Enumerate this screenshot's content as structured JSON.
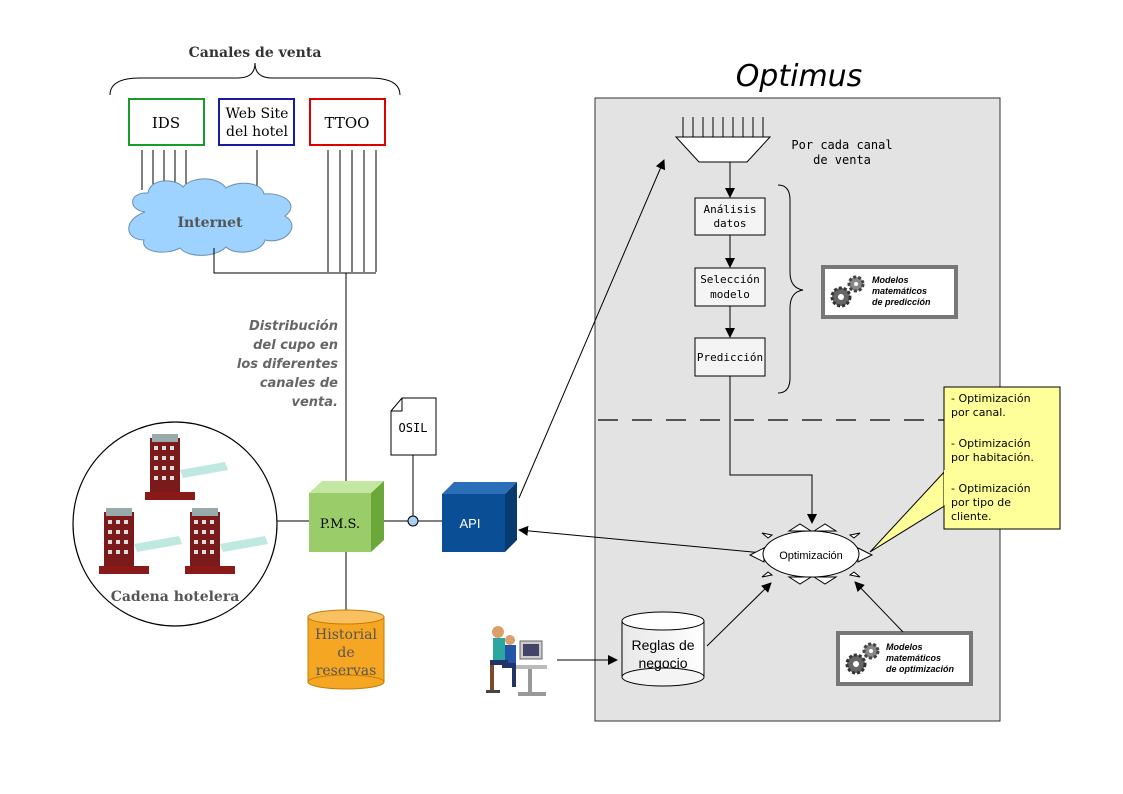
{
  "title": "Optimus",
  "sales_channels": {
    "heading": "Canales de venta",
    "ids": "IDS",
    "website_line1": "Web Site",
    "website_line2": "del hotel",
    "ttoo": "TTOO"
  },
  "internet": "Internet",
  "distribution_note": [
    "Distribución",
    "del cupo en",
    "los diferentes",
    "canales de",
    "venta."
  ],
  "hotel_chain": "Cadena hotelera",
  "pms": "P.M.S.",
  "osil": "OSIL",
  "api": "API",
  "history": [
    "Historial",
    "de",
    "reservas"
  ],
  "rules": [
    "Reglas de",
    "negocio"
  ],
  "per_channel": [
    "Por cada canal",
    "de venta"
  ],
  "pipeline": {
    "analysis": [
      "Análisis",
      "datos"
    ],
    "selection": [
      "Selección",
      "modelo"
    ],
    "prediction": "Predicción"
  },
  "prediction_models": [
    "Modelos",
    "matemáticos",
    "de predicción"
  ],
  "optimization": "Optimización",
  "optimization_models": [
    "Modelos",
    "matemáticos",
    "de optimización"
  ],
  "callout": [
    "- Optimización",
    "por canal.",
    "",
    "- Optimización",
    "por habitación.",
    "",
    "- Optimización",
    "por tipo de",
    "cliente."
  ],
  "colors": {
    "panel": "#e3e3e3",
    "ids_border": "#1a9a2a",
    "website_border": "#1a1aa0",
    "ttoo_border": "#e00000",
    "cloud": "#9fd3ff",
    "pms_front": "#9acd6a",
    "api_front": "#0a4f96",
    "history": "#f5a623",
    "callout": "#ffff99"
  }
}
